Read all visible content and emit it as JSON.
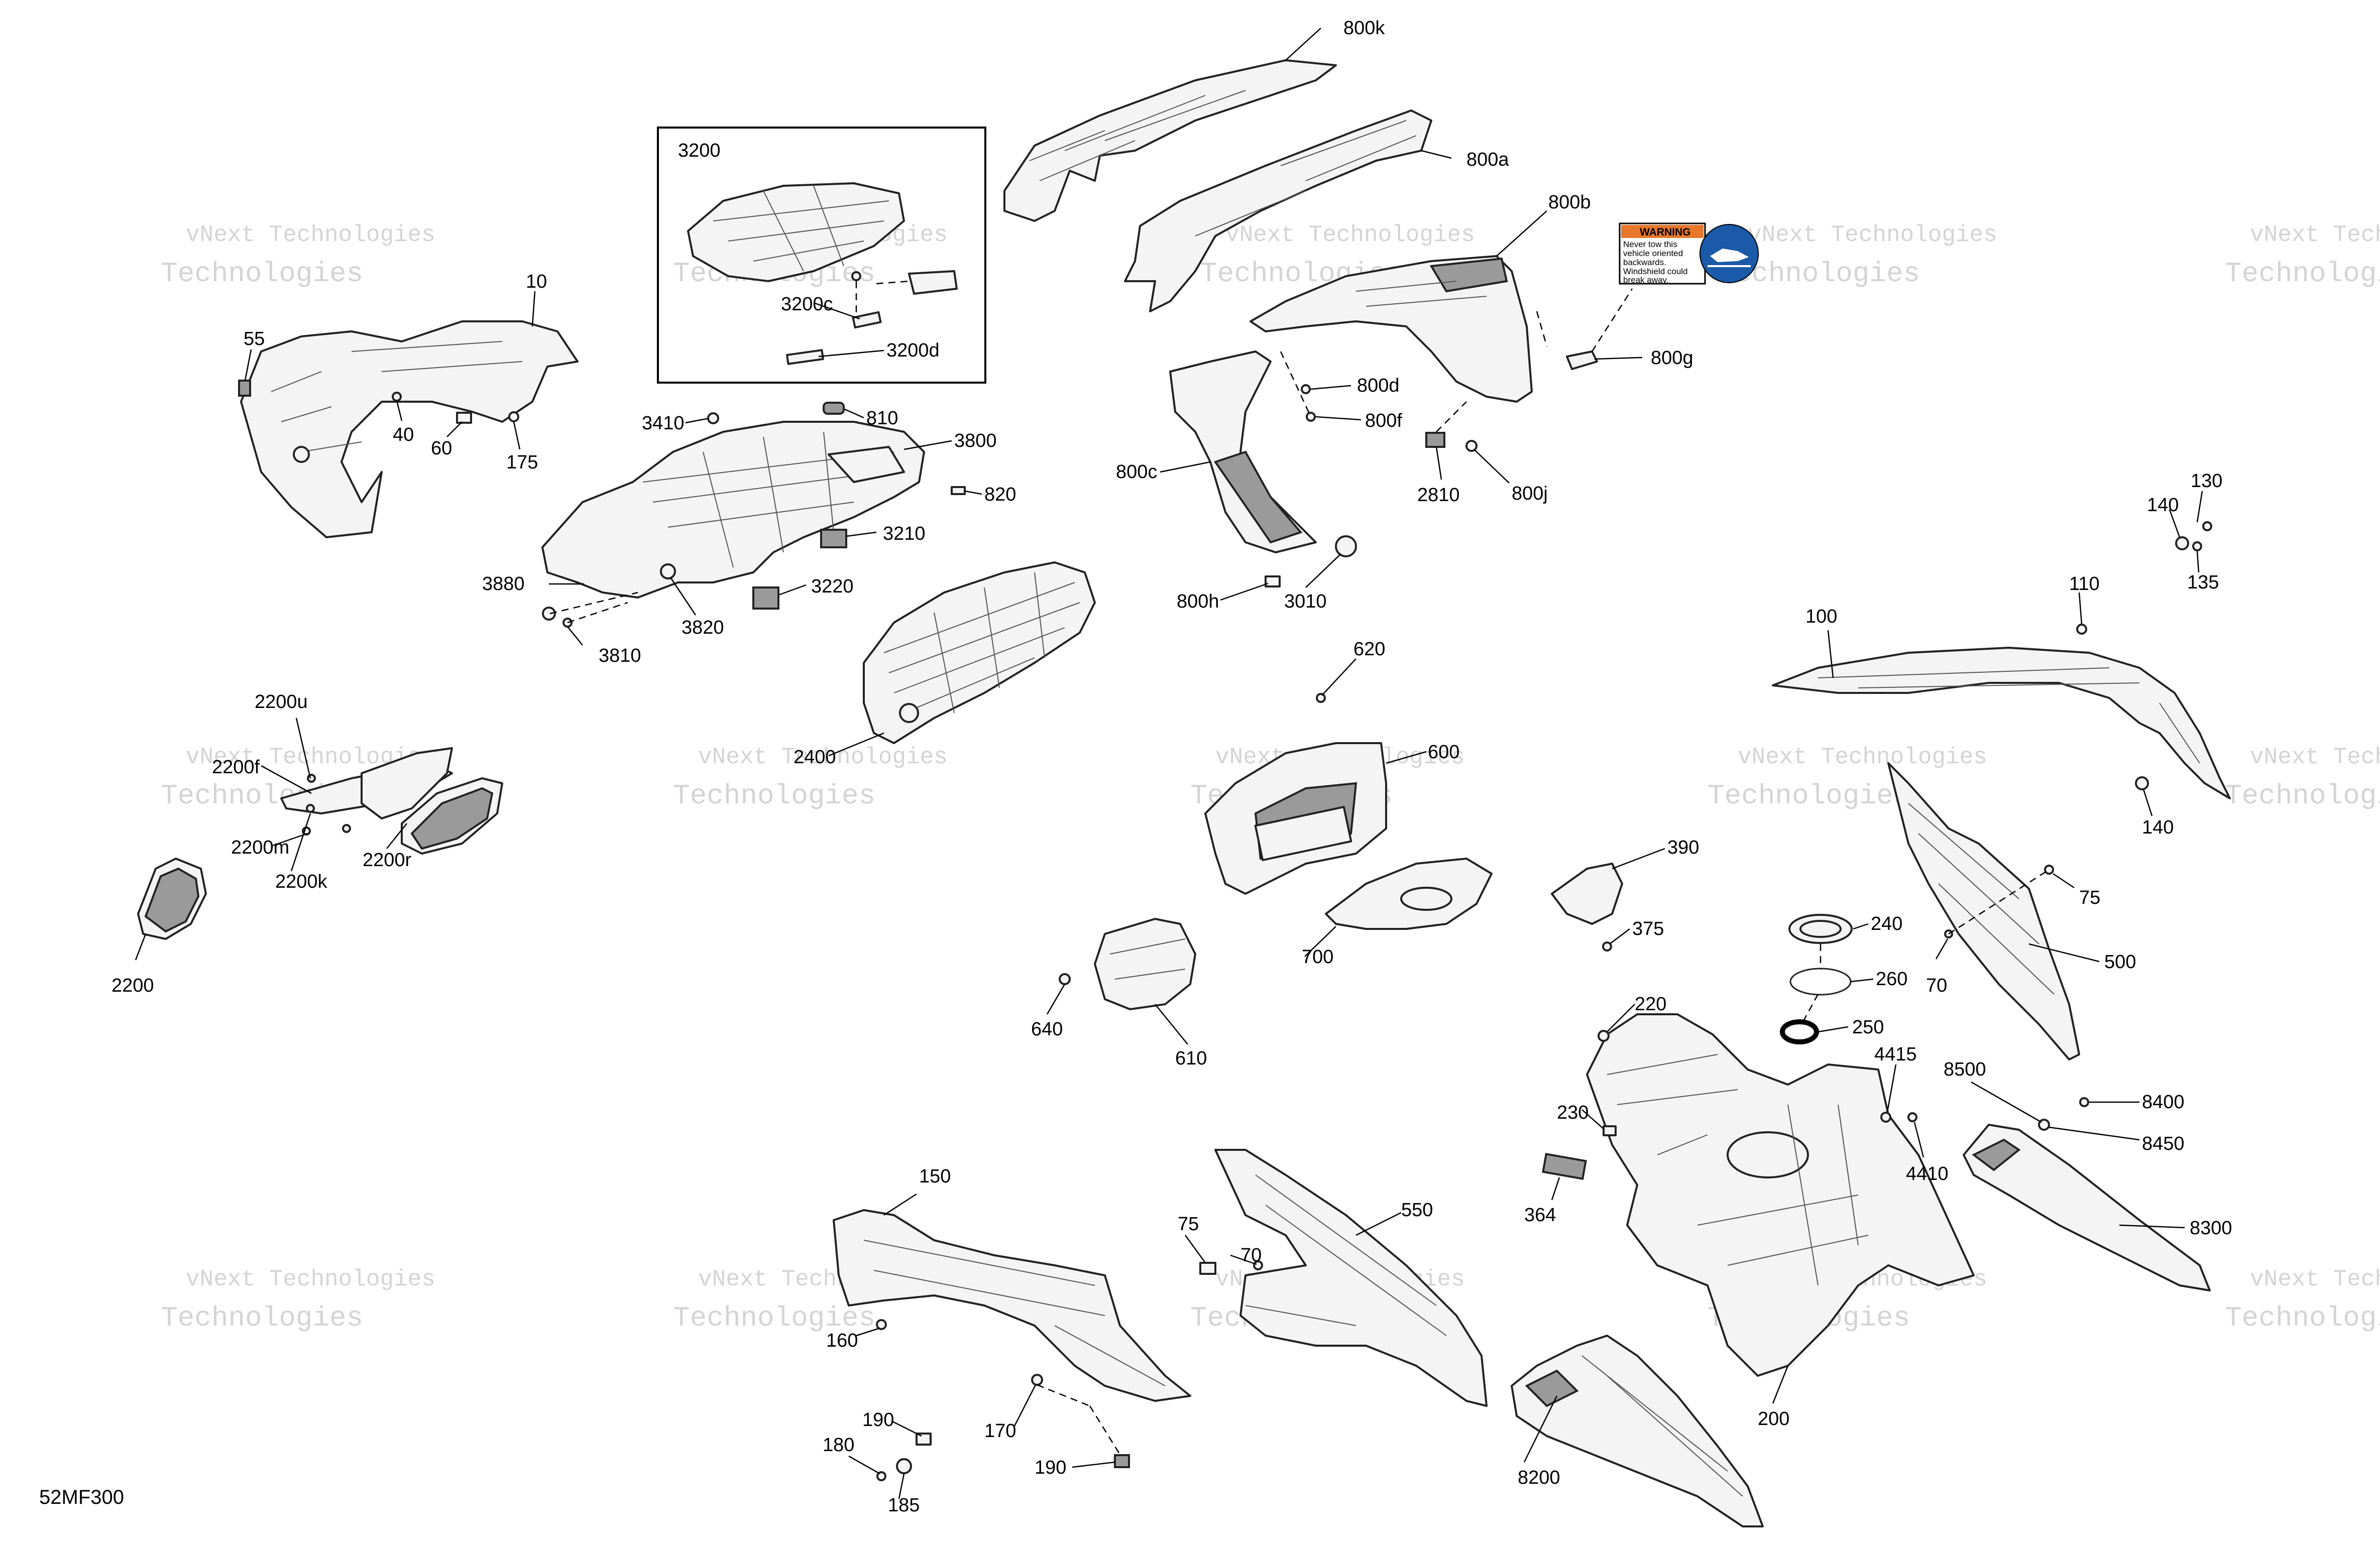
{
  "figure_code": "52MF300",
  "watermark": {
    "line1": "vNext Technologies",
    "line2": "vNext",
    "line3": "Technologies"
  },
  "warning_decal": {
    "heading": "WARNING",
    "lines": [
      "Never tow this",
      "vehicle oriented",
      "backwards.",
      "Windshield could",
      "break away."
    ]
  },
  "callouts": {
    "c800k": "800k",
    "c800a": "800a",
    "c800b": "800b",
    "c800g": "800g",
    "c800d": "800d",
    "c800f": "800f",
    "c800c": "800c",
    "c800j": "800j",
    "c800h": "800h",
    "c2810": "2810",
    "c3010": "3010",
    "c3200": "3200",
    "c3200c": "3200c",
    "c3200d": "3200d",
    "c10": "10",
    "c55": "55",
    "c40": "40",
    "c60": "60",
    "c175": "175",
    "c3410": "3410",
    "c810": "810",
    "c3800": "3800",
    "c820": "820",
    "c3210": "3210",
    "c3220": "3220",
    "c3880": "3880",
    "c3820": "3820",
    "c3810": "3810",
    "c2400": "2400",
    "c2200u": "2200u",
    "c2200f": "2200f",
    "c2200m": "2200m",
    "c2200k": "2200k",
    "c2200r": "2200r",
    "c2200": "2200",
    "c620": "620",
    "c600": "600",
    "c700": "700",
    "c640": "640",
    "c610": "610",
    "c390": "390",
    "c375": "375",
    "c240": "240",
    "c260": "260",
    "c250": "250",
    "c220": "220",
    "c230": "230",
    "c364": "364",
    "c4415": "4415",
    "c4410": "4410",
    "c200": "200",
    "c130": "130",
    "c140a": "140",
    "c135": "135",
    "c110": "110",
    "c100": "100",
    "c140b": "140",
    "c75a": "75",
    "c70a": "70",
    "c500": "500",
    "c8500": "8500",
    "c8400": "8400",
    "c8450": "8450",
    "c8300": "8300",
    "c150": "150",
    "c160": "160",
    "c170": "170",
    "c190a": "190",
    "c180": "180",
    "c185": "185",
    "c190b": "190",
    "c75b": "75",
    "c70b": "70",
    "c550": "550",
    "c8200": "8200"
  }
}
